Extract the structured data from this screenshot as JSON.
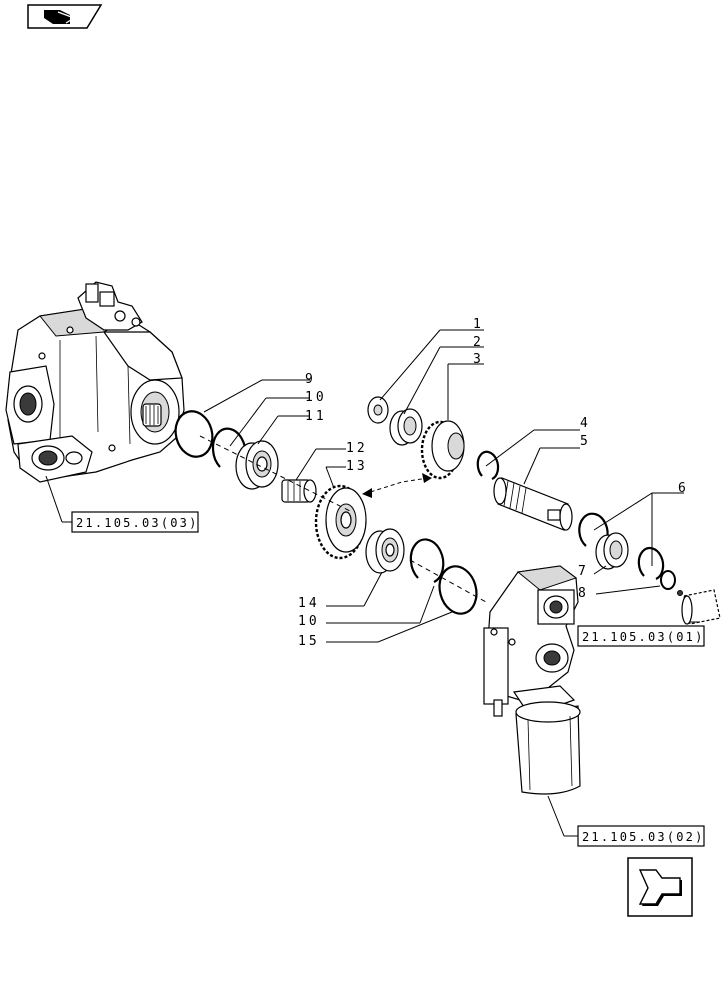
{
  "callouts": [
    {
      "num": "1"
    },
    {
      "num": "2"
    },
    {
      "num": "3"
    },
    {
      "num": "4"
    },
    {
      "num": "5"
    },
    {
      "num": "6"
    },
    {
      "num": "7"
    },
    {
      "num": "8"
    },
    {
      "num": "9"
    },
    {
      "num": "10"
    },
    {
      "num": "11"
    },
    {
      "num": "12"
    },
    {
      "num": "13"
    },
    {
      "num": "14"
    },
    {
      "num": "10"
    },
    {
      "num": "15"
    }
  ],
  "refs": {
    "hydraulic_pump": "21.105.03(03)",
    "shaft_end": "21.105.03(01)",
    "filter_housing": "21.105.03(02)"
  },
  "nav": {
    "top_icon": "binder-icon",
    "bottom_icon": "previous-page-arrow-icon"
  }
}
